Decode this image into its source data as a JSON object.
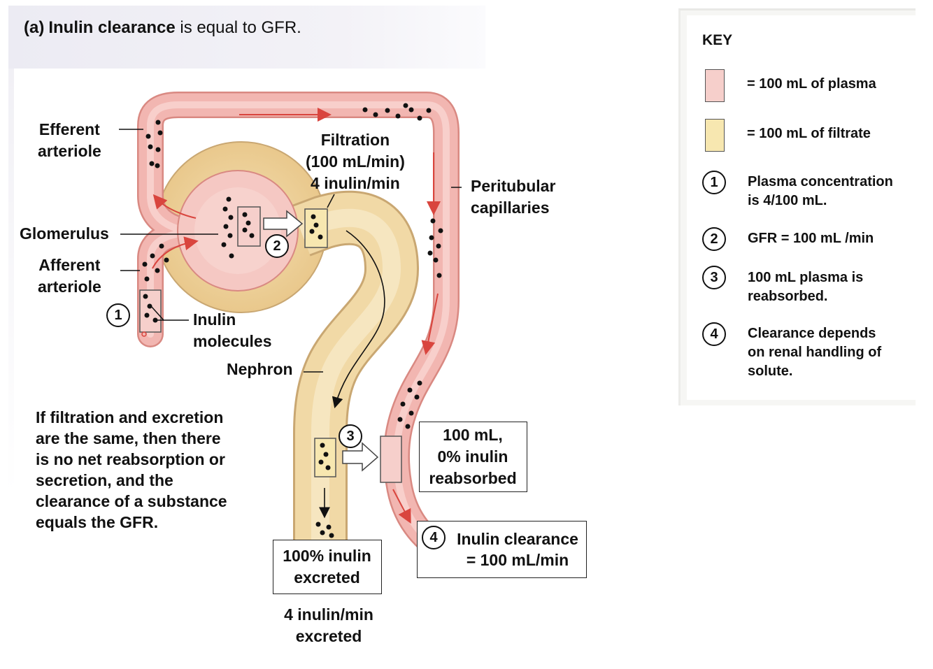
{
  "title": {
    "tag": "(a)",
    "bold": "Inulin clearance",
    "rest": " is equal to GFR."
  },
  "labels": {
    "efferent": "Efferent\narteriole",
    "glomerulus": "Glomerulus",
    "afferent": "Afferent\narteriole",
    "inulin_molecules": "Inulin\nmolecules",
    "filtration": "Filtration\n(100 mL/min)\n4 inulin/min",
    "peritubular": "Peritubular\ncapillaries",
    "nephron": "Nephron",
    "reabsorbed_box": "100 mL,\n0% inulin\nreabsorbed",
    "excreted_box": "100% inulin\nexcreted",
    "clearance_box": "Inulin clearance\n= 100 mL/min",
    "excreted_rate": "4 inulin/min\nexcreted",
    "explanation": "If filtration and excretion\nare the same, then there\nis no net reabsorption or\nsecretion, and the\nclearance of a substance\nequals the GFR."
  },
  "markers": [
    "1",
    "2",
    "3",
    "4"
  ],
  "key": {
    "title": "KEY",
    "plasma": "= 100 mL of plasma",
    "filtrate": "= 100 mL of filtrate",
    "items": [
      {
        "num": "1",
        "text": "Plasma concentration\nis 4/100 mL."
      },
      {
        "num": "2",
        "text": "GFR = 100 mL /min"
      },
      {
        "num": "3",
        "text": "100 mL plasma is\nreabsorbed."
      },
      {
        "num": "4",
        "text": "Clearance depends\non renal handling of\nsolute."
      }
    ]
  },
  "colors": {
    "vessel": "#f2b6b1",
    "vessel_edge": "#d98982",
    "plasma_swatch": "#f6cfcb",
    "tubule": "#f1d9a6",
    "tubule_edge": "#c9a772",
    "filtrate_swatch": "#f7e7b0",
    "flow_arrow": "#d9453e",
    "molecule": "#111111"
  }
}
